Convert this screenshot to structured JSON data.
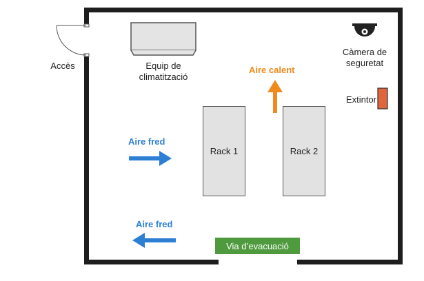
{
  "labels": {
    "access": "Accès",
    "ac_unit_line1": "Equip de",
    "ac_unit_line2": "climatització",
    "camera_line1": "Càmera de",
    "camera_line2": "seguretat",
    "extinguisher": "Extintor",
    "hot_air": "Aire calent",
    "cold_air_top": "Aire fred",
    "cold_air_bottom": "Aire fred",
    "rack1": "Rack 1",
    "rack2": "Rack 2",
    "evacuation_route": "Via d’evacuació"
  },
  "colors": {
    "wall": "#1e1e1e",
    "cold_air": "#2d7fd3",
    "hot_air": "#f08a1c",
    "extinguisher": "#e0653a",
    "evacuation": "#4f9a3f",
    "rack_fill": "#e2e2e2",
    "ac_fill": "#e4e4e4"
  },
  "icons": [
    "security-camera-icon",
    "fire-extinguisher-icon",
    "door-swing-icon",
    "air-conditioner-icon",
    "arrow-right-icon",
    "arrow-left-icon",
    "arrow-up-icon"
  ]
}
